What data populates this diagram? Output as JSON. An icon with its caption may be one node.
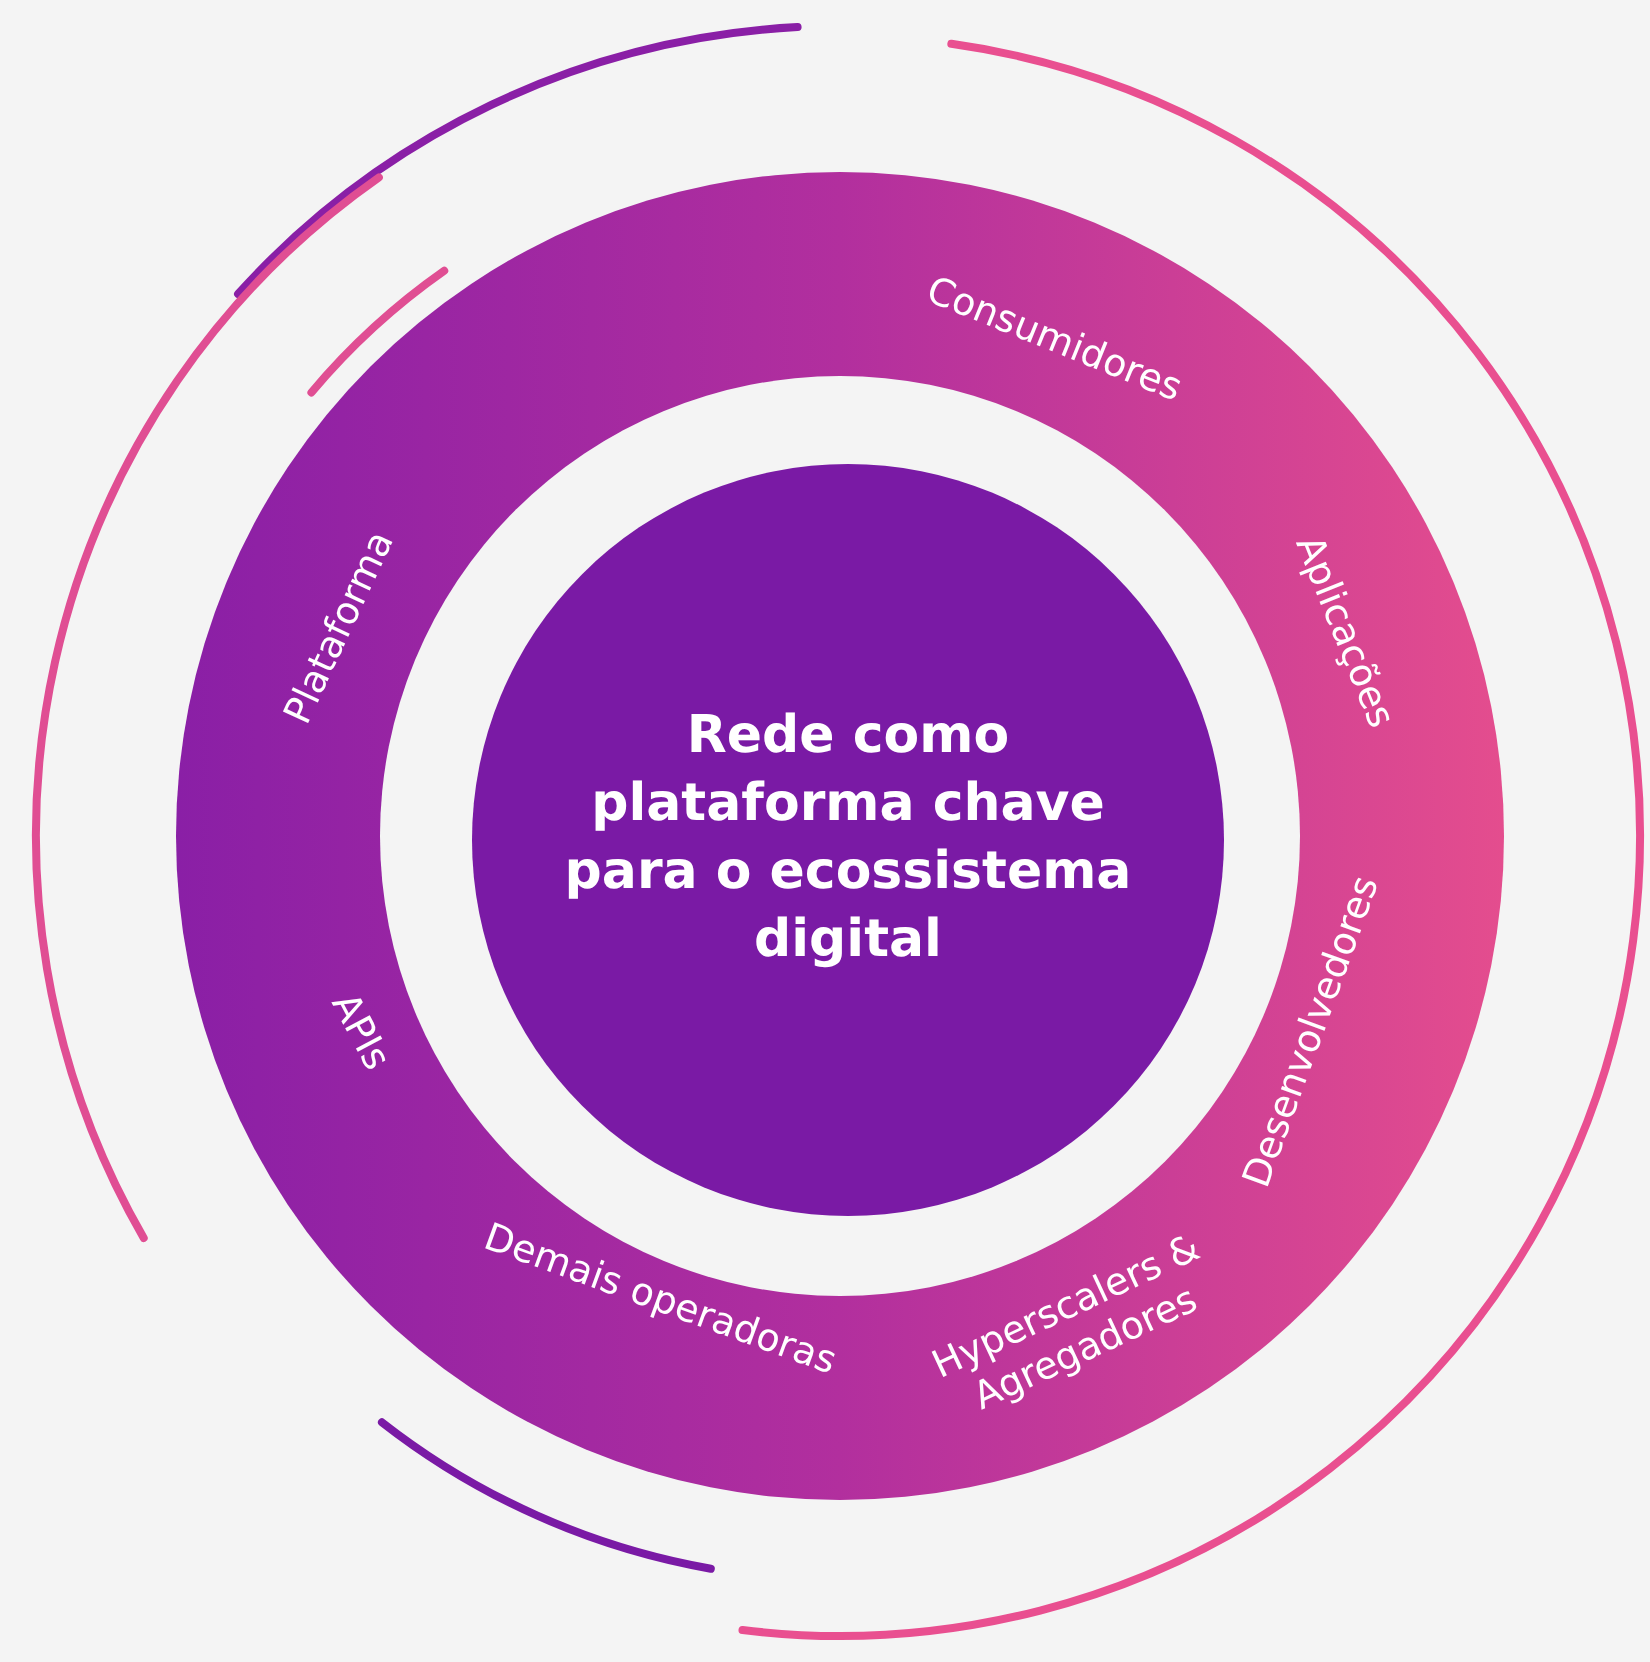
{
  "diagram": {
    "nodes": [
      {
        "text": [
          "Consumidores",
          "Aplicações",
          "Desenvolvedores",
          "Hyperscalers & Agregadores",
          "Demais operadoras",
          "APIs",
          "Plataforma"
        ]
      },
      {
        "text": [
          "Rede como plataforma chave para o ecossistema digital"
        ],
        "in": 0
      }
    ],
    "edges": []
  }
}
